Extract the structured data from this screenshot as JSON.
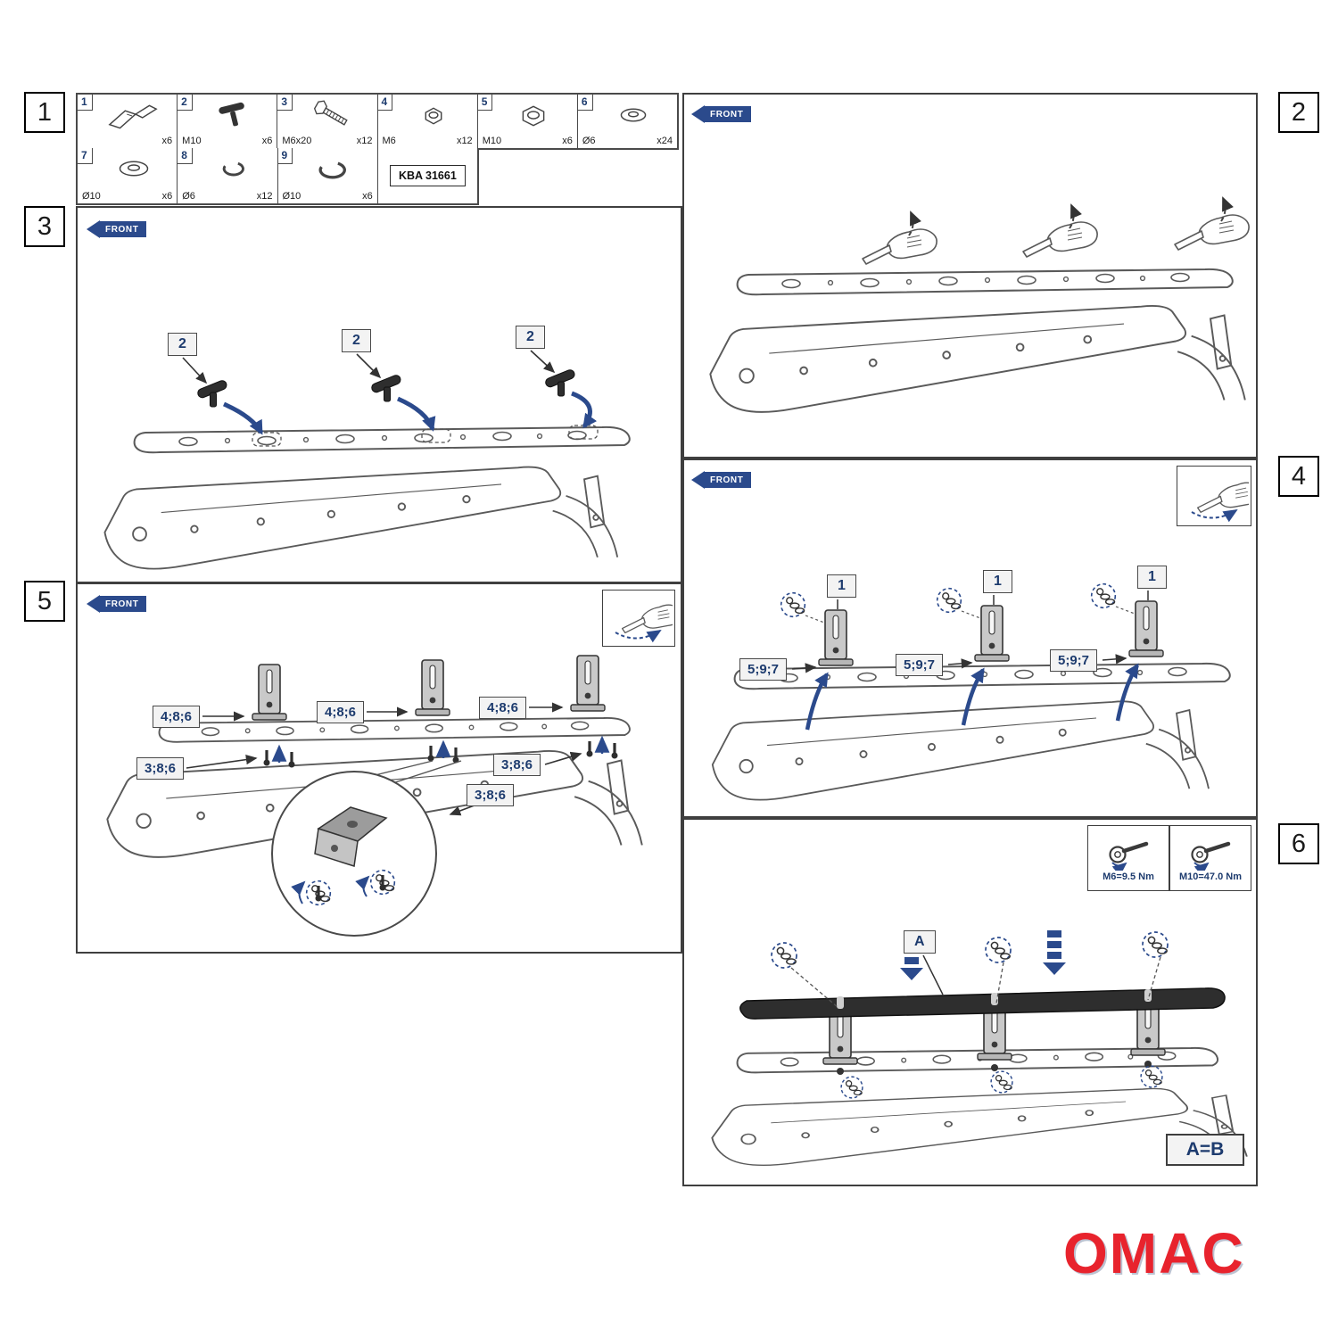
{
  "front_label": "FRONT",
  "step_numbers": [
    "1",
    "2",
    "3",
    "4",
    "5",
    "6"
  ],
  "parts": {
    "kba_label": "KBA 31661",
    "items": [
      {
        "num": "1",
        "size": "",
        "qty": "x6",
        "icon": "mounting-bracket-icon"
      },
      {
        "num": "2",
        "size": "M10",
        "qty": "x6",
        "icon": "t-bolt-icon"
      },
      {
        "num": "3",
        "size": "M6x20",
        "qty": "x12",
        "icon": "hex-bolt-icon"
      },
      {
        "num": "4",
        "size": "M6",
        "qty": "x12",
        "icon": "hex-nut-icon"
      },
      {
        "num": "5",
        "size": "M10",
        "qty": "x6",
        "icon": "hex-nut-icon"
      },
      {
        "num": "6",
        "size": "Ø6",
        "qty": "x24",
        "icon": "flat-washer-icon"
      },
      {
        "num": "7",
        "size": "Ø10",
        "qty": "x6",
        "icon": "flat-washer-icon"
      },
      {
        "num": "8",
        "size": "Ø6",
        "qty": "x12",
        "icon": "spring-washer-icon"
      },
      {
        "num": "9",
        "size": "Ø10",
        "qty": "x6",
        "icon": "spring-washer-icon"
      }
    ]
  },
  "callouts": {
    "step3_tbolt": "2",
    "step4_bracket": "1",
    "step4_fasteners": "5;9;7",
    "step5_side_fasteners": "4;8;6",
    "step5_bottom_fasteners": "3;8;6",
    "step6_rail": "A",
    "step6_note": "A=B"
  },
  "torque": {
    "m6": "M6=9.5 Nm",
    "m10": "M10=47.0 Nm"
  },
  "brand": {
    "logo_text": "OMAC",
    "logo_color": "#e8232d"
  }
}
